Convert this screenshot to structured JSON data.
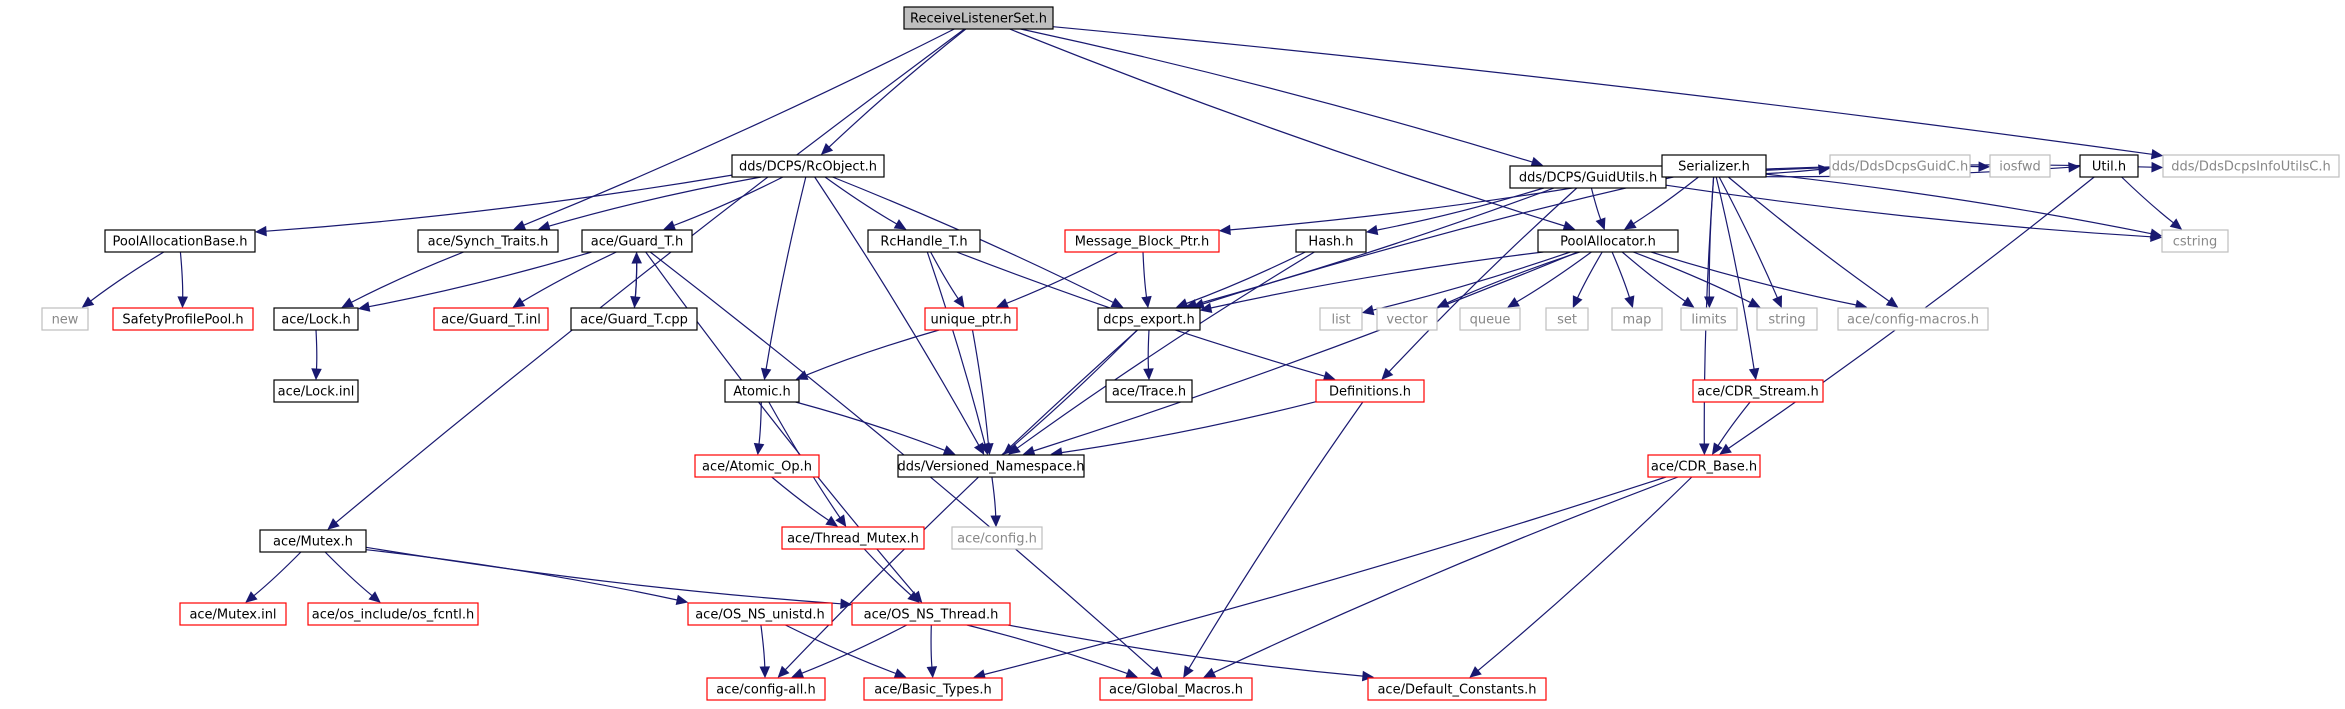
{
  "nodes": [
    {
      "id": "rls",
      "label": "ReceiveListenerSet.h",
      "style": "root"
    },
    {
      "id": "guidutils",
      "label": "dds/DCPS/GuidUtils.h",
      "style": "normal"
    },
    {
      "id": "rcobject",
      "label": "dds/DCPS/RcObject.h",
      "style": "normal"
    },
    {
      "id": "poolallocbase",
      "label": "PoolAllocationBase.h",
      "style": "normal"
    },
    {
      "id": "synchtraits",
      "label": "ace/Synch_Traits.h",
      "style": "normal"
    },
    {
      "id": "guardt",
      "label": "ace/Guard_T.h",
      "style": "normal"
    },
    {
      "id": "rchandle",
      "label": "RcHandle_T.h",
      "style": "normal"
    },
    {
      "id": "msgblockptr",
      "label": "Message_Block_Ptr.h",
      "style": "red"
    },
    {
      "id": "hash",
      "label": "Hash.h",
      "style": "normal"
    },
    {
      "id": "serializer",
      "label": "Serializer.h",
      "style": "normal"
    },
    {
      "id": "poolallocator",
      "label": "PoolAllocator.h",
      "style": "normal"
    },
    {
      "id": "ddsdcpsguidc",
      "label": "dds/DdsDcpsGuidC.h",
      "style": "gray"
    },
    {
      "id": "iosfwd",
      "label": "iosfwd",
      "style": "gray"
    },
    {
      "id": "util",
      "label": "Util.h",
      "style": "normal"
    },
    {
      "id": "ddsdcpsinfoutilsc",
      "label": "dds/DdsDcpsInfoUtilsC.h",
      "style": "gray"
    },
    {
      "id": "cstring",
      "label": "cstring",
      "style": "gray"
    },
    {
      "id": "new",
      "label": "new",
      "style": "gray"
    },
    {
      "id": "safetyprofilepool",
      "label": "SafetyProfilePool.h",
      "style": "red"
    },
    {
      "id": "acelock",
      "label": "ace/Lock.h",
      "style": "normal"
    },
    {
      "id": "guardtinl",
      "label": "ace/Guard_T.inl",
      "style": "red"
    },
    {
      "id": "guardtcpp",
      "label": "ace/Guard_T.cpp",
      "style": "normal"
    },
    {
      "id": "uniqueptr",
      "label": "unique_ptr.h",
      "style": "red"
    },
    {
      "id": "dcpsexport",
      "label": "dcps_export.h",
      "style": "normal"
    },
    {
      "id": "list",
      "label": "list",
      "style": "gray"
    },
    {
      "id": "vector",
      "label": "vector",
      "style": "gray"
    },
    {
      "id": "queue",
      "label": "queue",
      "style": "gray"
    },
    {
      "id": "set",
      "label": "set",
      "style": "gray"
    },
    {
      "id": "map",
      "label": "map",
      "style": "gray"
    },
    {
      "id": "limits",
      "label": "limits",
      "style": "gray"
    },
    {
      "id": "string",
      "label": "string",
      "style": "gray"
    },
    {
      "id": "configmacros",
      "label": "ace/config-macros.h",
      "style": "gray"
    },
    {
      "id": "acelockinl",
      "label": "ace/Lock.inl",
      "style": "normal"
    },
    {
      "id": "atomic",
      "label": "Atomic.h",
      "style": "normal"
    },
    {
      "id": "acetrace",
      "label": "ace/Trace.h",
      "style": "normal"
    },
    {
      "id": "definitions",
      "label": "Definitions.h",
      "style": "red"
    },
    {
      "id": "cdrstream",
      "label": "ace/CDR_Stream.h",
      "style": "red"
    },
    {
      "id": "atomicop",
      "label": "ace/Atomic_Op.h",
      "style": "red"
    },
    {
      "id": "versionedns",
      "label": "dds/Versioned_Namespace.h",
      "style": "normal"
    },
    {
      "id": "cdrbase",
      "label": "ace/CDR_Base.h",
      "style": "red"
    },
    {
      "id": "threadmutex",
      "label": "ace/Thread_Mutex.h",
      "style": "red"
    },
    {
      "id": "aceconfig",
      "label": "ace/config.h",
      "style": "gray"
    },
    {
      "id": "acemutex",
      "label": "ace/Mutex.h",
      "style": "normal"
    },
    {
      "id": "mutexinl",
      "label": "ace/Mutex.inl",
      "style": "red"
    },
    {
      "id": "osfcntl",
      "label": "ace/os_include/os_fcntl.h",
      "style": "red"
    },
    {
      "id": "osnsunistd",
      "label": "ace/OS_NS_unistd.h",
      "style": "red"
    },
    {
      "id": "osnsthread",
      "label": "ace/OS_NS_Thread.h",
      "style": "red"
    },
    {
      "id": "configall",
      "label": "ace/config-all.h",
      "style": "red"
    },
    {
      "id": "basictypes",
      "label": "ace/Basic_Types.h",
      "style": "red"
    },
    {
      "id": "globalmacros",
      "label": "ace/Global_Macros.h",
      "style": "red"
    },
    {
      "id": "defaultconstants",
      "label": "ace/Default_Constants.h",
      "style": "red"
    }
  ],
  "edges": [
    [
      "rls",
      "guidutils"
    ],
    [
      "rls",
      "rcobject"
    ],
    [
      "rls",
      "synchtraits"
    ],
    [
      "rls",
      "poolallocator"
    ],
    [
      "rls",
      "ddsdcpsinfoutilsc"
    ],
    [
      "rls",
      "acemutex"
    ],
    [
      "guidutils",
      "serializer"
    ],
    [
      "guidutils",
      "ddsdcpsguidc"
    ],
    [
      "guidutils",
      "iosfwd"
    ],
    [
      "guidutils",
      "util"
    ],
    [
      "guidutils",
      "ddsdcpsinfoutilsc"
    ],
    [
      "guidutils",
      "cstring"
    ],
    [
      "guidutils",
      "hash"
    ],
    [
      "guidutils",
      "poolallocator"
    ],
    [
      "guidutils",
      "dcpsexport"
    ],
    [
      "guidutils",
      "definitions"
    ],
    [
      "rcobject",
      "poolallocbase"
    ],
    [
      "rcobject",
      "synchtraits"
    ],
    [
      "rcobject",
      "guardt"
    ],
    [
      "rcobject",
      "rchandle"
    ],
    [
      "rcobject",
      "dcpsexport"
    ],
    [
      "rcobject",
      "atomic"
    ],
    [
      "rcobject",
      "versionedns"
    ],
    [
      "poolallocbase",
      "new"
    ],
    [
      "poolallocbase",
      "safetyprofilepool"
    ],
    [
      "synchtraits",
      "acelock"
    ],
    [
      "guardt",
      "acelock"
    ],
    [
      "guardt",
      "guardtinl"
    ],
    [
      "guardt",
      "guardtcpp"
    ],
    [
      "guardt",
      "osnsthread"
    ],
    [
      "guardt",
      "globalmacros"
    ],
    [
      "guardtcpp",
      "guardt"
    ],
    [
      "acelock",
      "acelockinl"
    ],
    [
      "rchandle",
      "uniqueptr"
    ],
    [
      "rchandle",
      "versionedns"
    ],
    [
      "rchandle",
      "definitions"
    ],
    [
      "msgblockptr",
      "uniqueptr"
    ],
    [
      "msgblockptr",
      "dcpsexport"
    ],
    [
      "hash",
      "dcpsexport"
    ],
    [
      "hash",
      "versionedns"
    ],
    [
      "serializer",
      "msgblockptr"
    ],
    [
      "serializer",
      "dcpsexport"
    ],
    [
      "serializer",
      "poolallocator"
    ],
    [
      "serializer",
      "limits"
    ],
    [
      "serializer",
      "string"
    ],
    [
      "serializer",
      "configmacros"
    ],
    [
      "serializer",
      "cdrstream"
    ],
    [
      "serializer",
      "cdrbase"
    ],
    [
      "serializer",
      "cstring"
    ],
    [
      "poolallocator",
      "dcpsexport"
    ],
    [
      "poolallocator",
      "list"
    ],
    [
      "poolallocator",
      "vector"
    ],
    [
      "poolallocator",
      "queue"
    ],
    [
      "poolallocator",
      "set"
    ],
    [
      "poolallocator",
      "map"
    ],
    [
      "poolallocator",
      "limits"
    ],
    [
      "poolallocator",
      "string"
    ],
    [
      "poolallocator",
      "configmacros"
    ],
    [
      "poolallocator",
      "versionedns"
    ],
    [
      "util",
      "cstring"
    ],
    [
      "util",
      "cdrbase"
    ],
    [
      "uniqueptr",
      "atomic"
    ],
    [
      "uniqueptr",
      "versionedns"
    ],
    [
      "dcpsexport",
      "acetrace"
    ],
    [
      "dcpsexport",
      "versionedns"
    ],
    [
      "dcpsexport",
      "configall"
    ],
    [
      "atomic",
      "atomicop"
    ],
    [
      "atomic",
      "threadmutex"
    ],
    [
      "atomic",
      "versionedns"
    ],
    [
      "atomicop",
      "threadmutex"
    ],
    [
      "definitions",
      "versionedns"
    ],
    [
      "definitions",
      "globalmacros"
    ],
    [
      "versionedns",
      "aceconfig"
    ],
    [
      "cdrstream",
      "cdrbase"
    ],
    [
      "cdrbase",
      "basictypes"
    ],
    [
      "cdrbase",
      "globalmacros"
    ],
    [
      "cdrbase",
      "defaultconstants"
    ],
    [
      "threadmutex",
      "osnsthread"
    ],
    [
      "acemutex",
      "mutexinl"
    ],
    [
      "acemutex",
      "osfcntl"
    ],
    [
      "acemutex",
      "osnsunistd"
    ],
    [
      "acemutex",
      "osnsthread"
    ],
    [
      "osnsunistd",
      "configall"
    ],
    [
      "osnsunistd",
      "basictypes"
    ],
    [
      "osnsthread",
      "configall"
    ],
    [
      "osnsthread",
      "basictypes"
    ],
    [
      "osnsthread",
      "globalmacros"
    ],
    [
      "osnsthread",
      "defaultconstants"
    ]
  ],
  "colors": {
    "edge": "#191970",
    "root_fill": "#bfbfbf",
    "border_normal": "#000000",
    "border_red": "#ff0000",
    "border_gray": "#bfbfbf",
    "text_normal": "#000000",
    "text_gray": "#888888"
  }
}
